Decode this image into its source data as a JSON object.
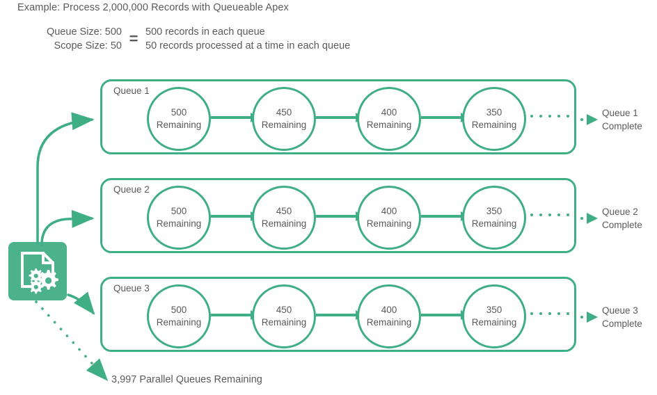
{
  "header": {
    "title": "Example: Process 2,000,000 Records with Queueable Apex",
    "equation": {
      "left_lines": [
        "Queue Size: 500",
        "Scope Size: 50"
      ],
      "operator": "=",
      "right_lines": [
        "500 records in each queue",
        "50 records processed at a time in each queue"
      ]
    }
  },
  "source": {
    "icon": "document-gears-icon",
    "color": "#4cb28c"
  },
  "theme": {
    "accent": "#3fae84",
    "icon_fill": "#4cb28c",
    "text": "#5a5a5a",
    "background": "#ffffff"
  },
  "queues": [
    {
      "label": "Queue 1",
      "complete_lines": [
        "Queue 1",
        "Complete"
      ],
      "nodes": [
        {
          "value": "500",
          "unit": "Remaining"
        },
        {
          "value": "450",
          "unit": "Remaining"
        },
        {
          "value": "400",
          "unit": "Remaining"
        },
        {
          "value": "350",
          "unit": "Remaining"
        }
      ]
    },
    {
      "label": "Queue 2",
      "complete_lines": [
        "Queue 2",
        "Complete"
      ],
      "nodes": [
        {
          "value": "500",
          "unit": "Remaining"
        },
        {
          "value": "450",
          "unit": "Remaining"
        },
        {
          "value": "400",
          "unit": "Remaining"
        },
        {
          "value": "350",
          "unit": "Remaining"
        }
      ]
    },
    {
      "label": "Queue 3",
      "complete_lines": [
        "Queue 3",
        "Complete"
      ],
      "nodes": [
        {
          "value": "500",
          "unit": "Remaining"
        },
        {
          "value": "450",
          "unit": "Remaining"
        },
        {
          "value": "400",
          "unit": "Remaining"
        },
        {
          "value": "350",
          "unit": "Remaining"
        }
      ]
    }
  ],
  "footer": {
    "remaining_note": "3,997 Parallel Queues Remaining"
  }
}
